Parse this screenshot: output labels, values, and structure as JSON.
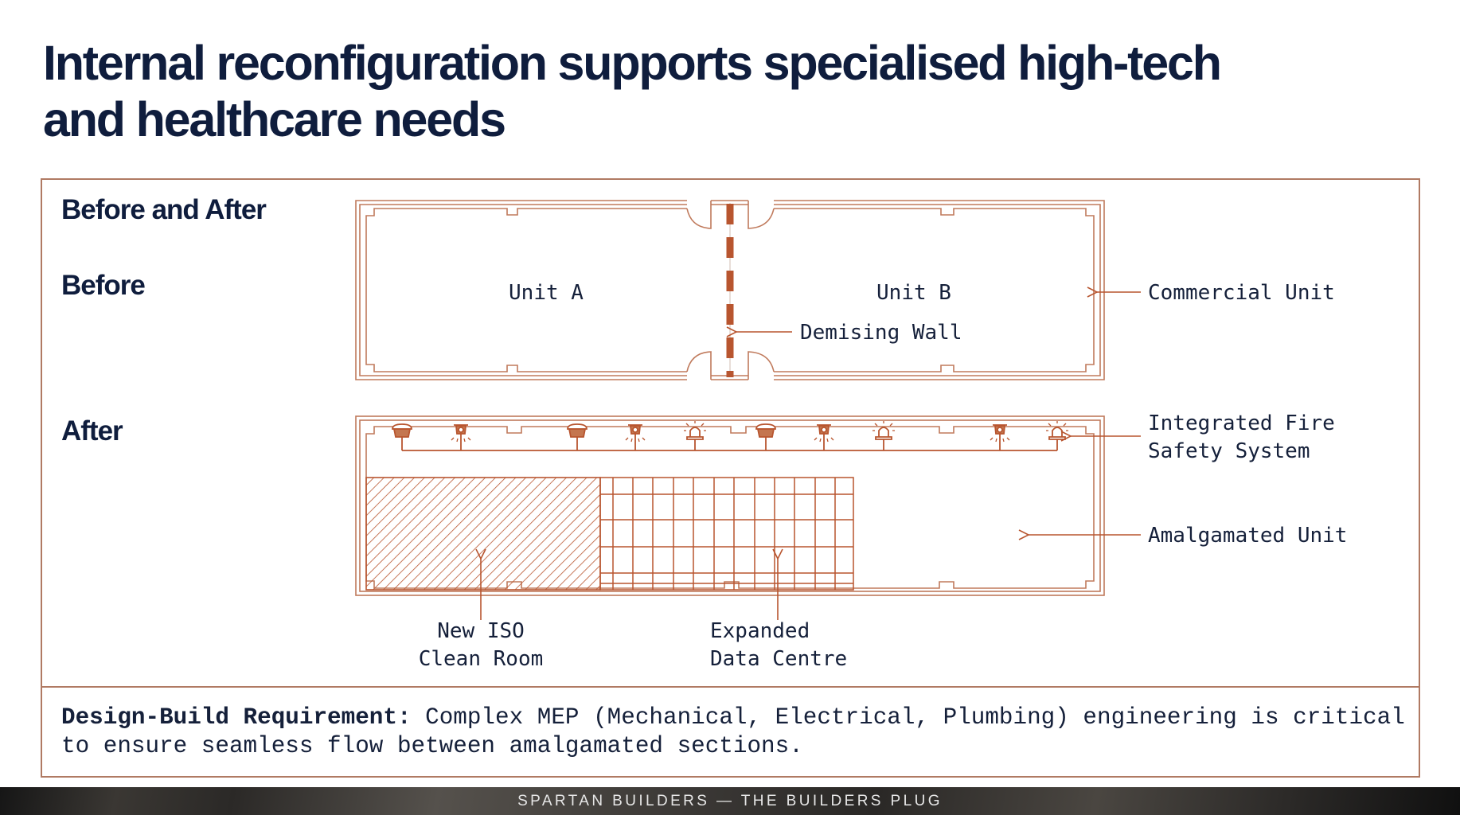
{
  "slide": {
    "title_line1": "Internal reconfiguration supports specialised high-tech",
    "title_line2": "and healthcare needs"
  },
  "panel": {
    "heading": "Before and After",
    "before_label": "Before",
    "after_label": "After"
  },
  "before_plan": {
    "unit_a": "Unit A",
    "unit_b": "Unit B",
    "demising_wall_label": "Demising Wall",
    "commercial_unit_label": "Commercial Unit"
  },
  "after_plan": {
    "fire_safety_label_line1": "Integrated Fire",
    "fire_safety_label_line2": "Safety System",
    "amalgamated_label": "Amalgamated Unit",
    "clean_room_label_line1": "New ISO",
    "clean_room_label_line2": "Clean Room",
    "data_centre_label_line1": "Expanded",
    "data_centre_label_line2": "Data Centre",
    "devices": [
      "smoke-detector",
      "sprinkler",
      "smoke-detector",
      "sprinkler",
      "alarm-bell",
      "smoke-detector",
      "sprinkler",
      "alarm-bell",
      "sprinkler",
      "alarm-bell"
    ]
  },
  "requirement": {
    "label": "Design-Build Requirement:",
    "text": " Complex MEP (Mechanical, Electrical, Plumbing) engineering is critical to ensure seamless flow between amalgamated sections."
  },
  "footer": {
    "text": "SPARTAN BUILDERS — THE BUILDERS PLUG"
  },
  "colors": {
    "accent": "#b8552f",
    "line": "#c07a5c",
    "text": "#0f1d3d",
    "frame": "#b07a63"
  }
}
